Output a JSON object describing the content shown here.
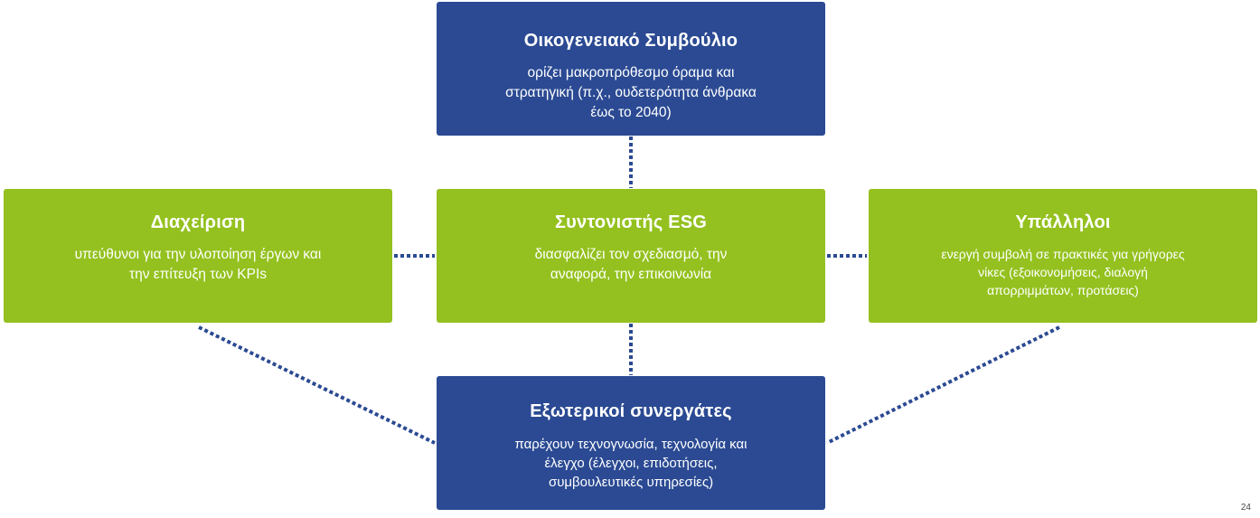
{
  "colors": {
    "navy": "#2b4a93",
    "green": "#94c11f",
    "connector": "#2b4a93"
  },
  "boxes": {
    "board": {
      "title": "Οικογενειακό Συμβούλιο",
      "lines": [
        "ορίζει μακροπρόθεσμο όραμα και",
        "στρατηγική (π.χ., ουδετερότητα άνθρακα",
        "έως το 2040)"
      ]
    },
    "esg": {
      "title": "Συντονιστής ESG",
      "lines": [
        "διασφαλίζει τον σχεδιασμό, την",
        "αναφορά, την επικοινωνία"
      ]
    },
    "management": {
      "title": "Διαχείριση",
      "lines": [
        "υπεύθυνοι για την υλοποίηση έργων και",
        "την επίτευξη των KPIs"
      ]
    },
    "staff": {
      "title": "Υπάλληλοι",
      "lines": [
        "ενεργή συμβολή σε πρακτικές για γρήγορες",
        "νίκες (εξοικονομήσεις, διαλογή",
        "απορριμμάτων, προτάσεις)"
      ]
    },
    "partners": {
      "title": "Εξωτερικοί συνεργάτες",
      "lines": [
        "παρέχουν τεχνογνωσία, τεχνολογία και",
        "έλεγχο (έλεγχοι, επιδοτήσεις,",
        "συμβουλευτικές υπηρεσίες)"
      ]
    }
  },
  "page_number": "24"
}
